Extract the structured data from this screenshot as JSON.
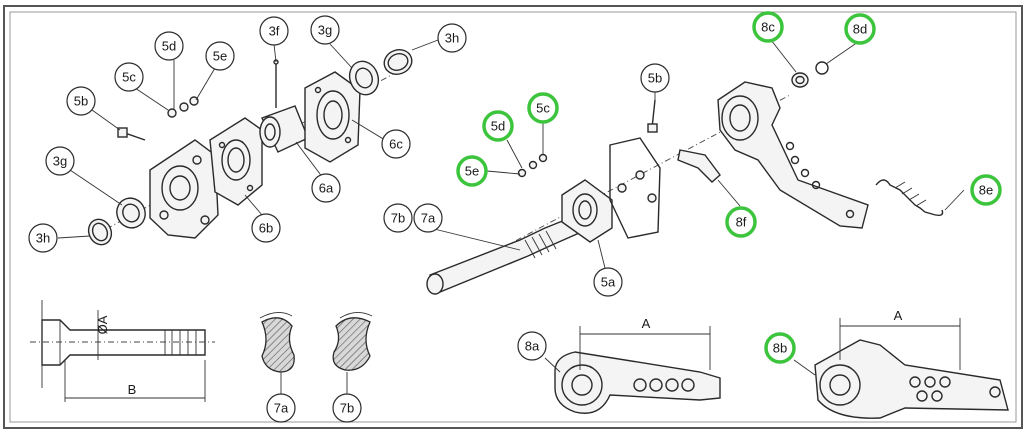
{
  "callouts": {
    "c5d_l": "5d",
    "c5e_l": "5e",
    "c5c_l": "5c",
    "c3f": "3f",
    "c3g_t": "3g",
    "c3h_t": "3h",
    "c5b_l": "5b",
    "c3g_l": "3g",
    "c3h_l": "3h",
    "c6c": "6c",
    "c6a": "6a",
    "c6b": "6b",
    "c5b_r": "5b",
    "c5d_r": "5d",
    "c5c_r": "5c",
    "c5e_r": "5e",
    "c7b": "7b",
    "c7a": "7a",
    "c5a": "5a",
    "c8c": "8c",
    "c8d": "8d",
    "c8f": "8f",
    "c8e": "8e",
    "c7a_b": "7a",
    "c7b_b": "7b",
    "c8a": "8a",
    "c8b": "8b"
  },
  "dimensions": {
    "diameter_a": "ØA",
    "length_b": "B",
    "arm_a_left": "A",
    "arm_a_right": "A"
  },
  "highlight_color": "#3cc43c",
  "line_color": "#2a2a2a"
}
